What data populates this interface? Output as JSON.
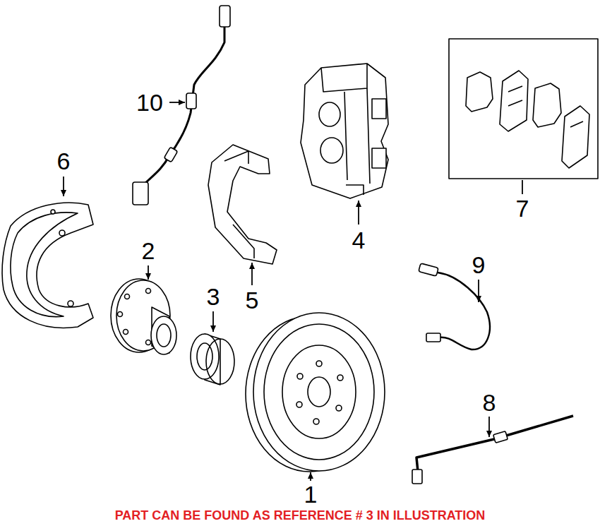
{
  "diagram": {
    "caption": "PART CAN BE FOUND AS REFERENCE # 3 IN ILLUSTRATION",
    "labels": [
      "10",
      "6",
      "2",
      "3",
      "1",
      "5",
      "4",
      "7",
      "9",
      "8"
    ]
  }
}
